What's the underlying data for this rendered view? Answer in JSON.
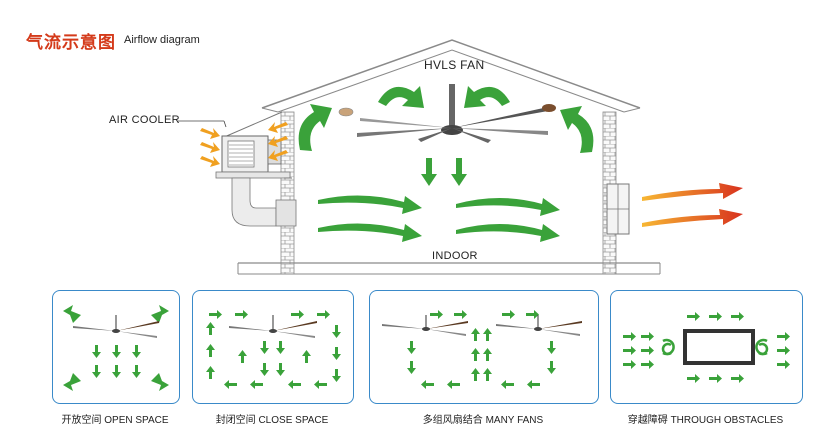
{
  "header": {
    "title_cn": "气流示意图",
    "title_en": "Airflow diagram"
  },
  "labels": {
    "fan": "HVLS FAN",
    "cooler": "AIR COOLER",
    "indoor": "INDOOR"
  },
  "panels": [
    {
      "caption": "开放空间 OPEN SPACE"
    },
    {
      "caption": "封闭空间 CLOSE SPACE"
    },
    {
      "caption": "多组风扇结合 MANY FANS"
    },
    {
      "caption": "穿越障碍 THROUGH OBSTACLES"
    }
  ],
  "colors": {
    "arrow_green": "#3aa23a",
    "title_red": "#d43a1a",
    "panel_border": "#3a8ac9",
    "cooler_orange": "#f0a020",
    "exhaust_red": "#d8321e"
  }
}
